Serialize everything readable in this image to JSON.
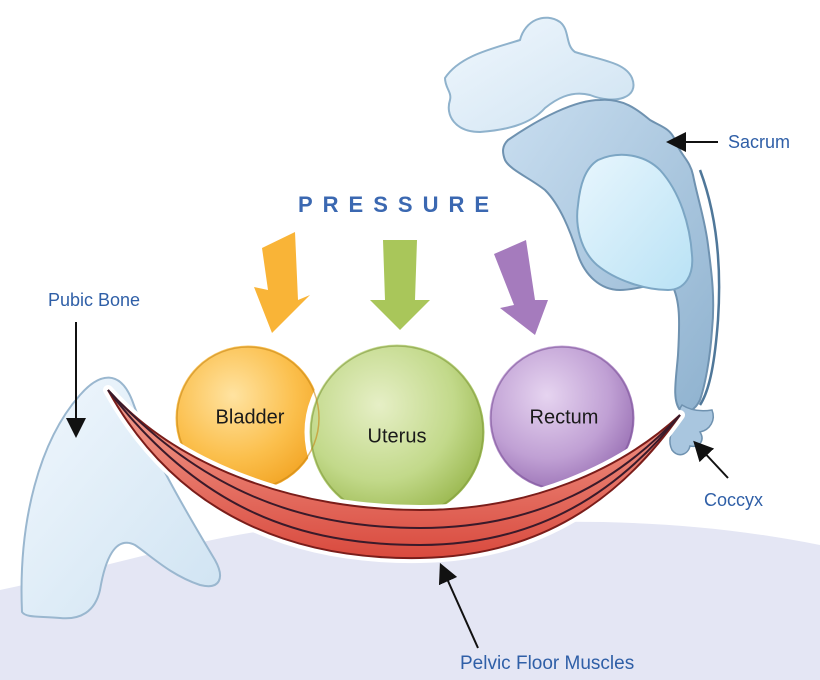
{
  "title": "PRESSURE",
  "labels": {
    "sacrum": "Sacrum",
    "pubic_bone": "Pubic Bone",
    "coccyx": "Coccyx",
    "pelvic_floor": "Pelvic Floor Muscles"
  },
  "organs": [
    {
      "key": "bladder",
      "label": "Bladder",
      "color": "#f9b437"
    },
    {
      "key": "uterus",
      "label": "Uterus",
      "color": "#a9c65a"
    },
    {
      "key": "rectum",
      "label": "Rectum",
      "color": "#a57bbd"
    }
  ],
  "colors": {
    "label_blue": "#2f5fa7",
    "bone_fill": "#e4f1fb",
    "bone_outline": "#8fb2cc",
    "muscle": "#e45c4e",
    "ground": "#e4e6f4"
  }
}
